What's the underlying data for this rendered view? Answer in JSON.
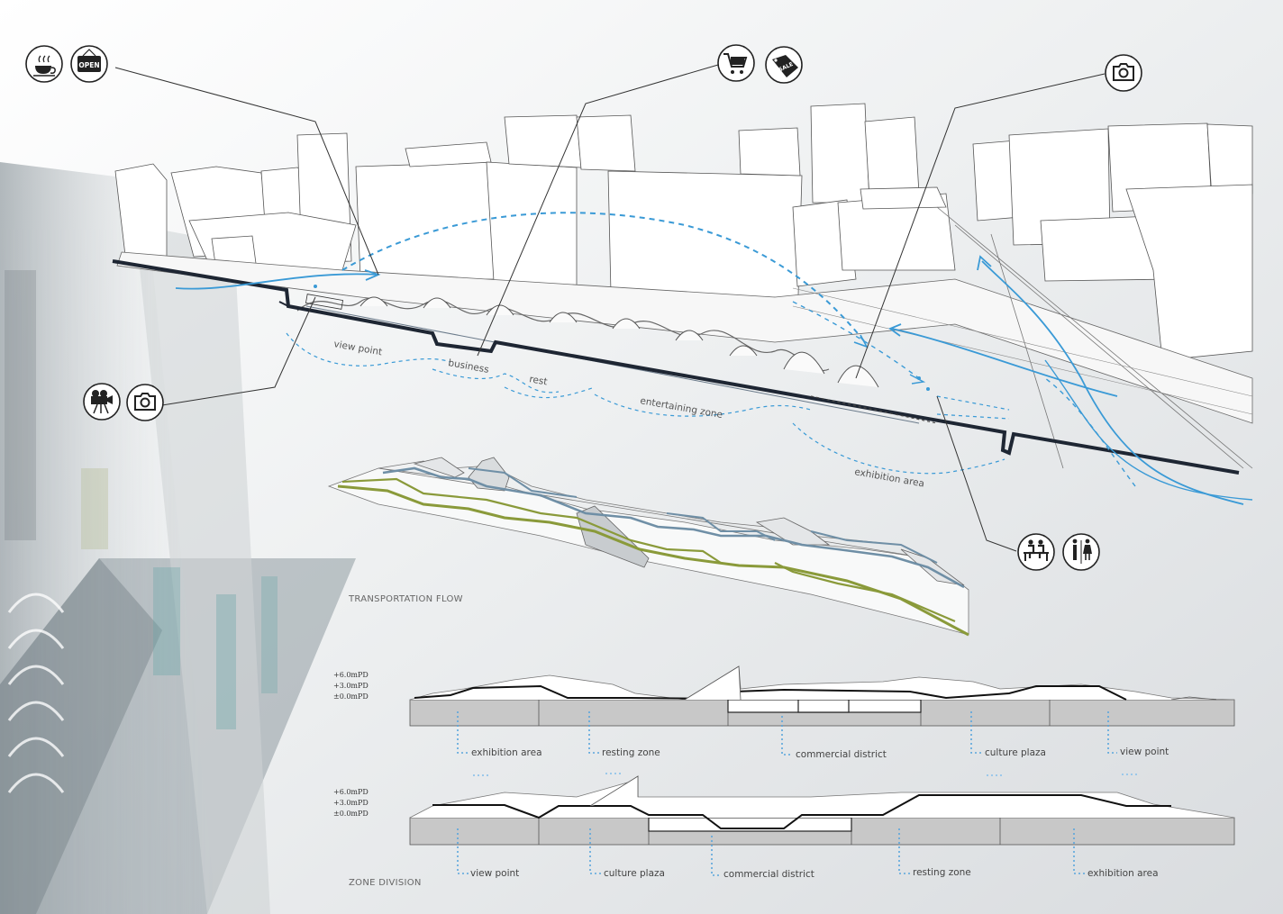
{
  "zones_3d": {
    "view_point": "view point",
    "business": "business",
    "rest": "rest",
    "entertaining_zone": "entertaining zone",
    "exhibition_area": "exhibition area"
  },
  "titles": {
    "transportation_flow": "TRANSPORTATION FLOW",
    "zone_division": "ZONE DIVISION"
  },
  "levels": [
    "+6.0mPD",
    "+3.0mPD",
    "±0.0mPD"
  ],
  "section_1": {
    "labels": [
      "exhibition area",
      "resting zone",
      "commercial district",
      "culture plaza",
      "view point"
    ]
  },
  "section_2": {
    "labels": [
      "view point",
      "culture plaza",
      "commercial district",
      "resting zone",
      "exhibition area"
    ]
  },
  "icon_text": {
    "open_sign": "OPEN",
    "sale_tag": "SALE"
  },
  "icons": [
    "coffee-cup-icon",
    "open-sign-icon",
    "shopping-cart-icon",
    "sale-tag-icon",
    "camera-icon",
    "video-camera-icon",
    "camera-icon",
    "bench-icon",
    "restroom-icon"
  ],
  "colors": {
    "flow_blue": "#3a9ad6",
    "path_green": "#8a9a3a",
    "path_blue": "#6f8fa6",
    "section_gray": "#c8c8c8",
    "ground_line": "#1e2633"
  }
}
